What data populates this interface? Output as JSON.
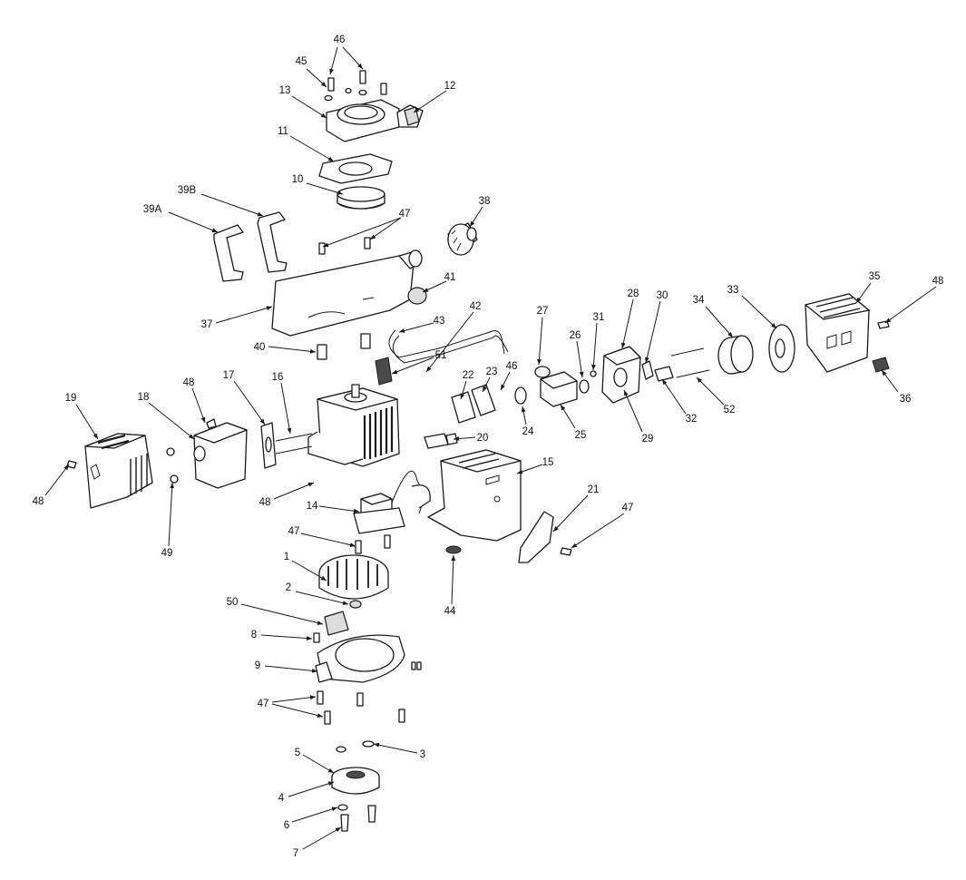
{
  "callouts": [
    {
      "label": "46"
    },
    {
      "label": "45"
    },
    {
      "label": "13"
    },
    {
      "label": "12"
    },
    {
      "label": "11"
    },
    {
      "label": "10"
    },
    {
      "label": "39B"
    },
    {
      "label": "39A"
    },
    {
      "label": "47"
    },
    {
      "label": "38"
    },
    {
      "label": "41"
    },
    {
      "label": "37"
    },
    {
      "label": "43"
    },
    {
      "label": "42"
    },
    {
      "label": "27"
    },
    {
      "label": "28"
    },
    {
      "label": "30"
    },
    {
      "label": "31"
    },
    {
      "label": "26"
    },
    {
      "label": "34"
    },
    {
      "label": "33"
    },
    {
      "label": "35"
    },
    {
      "label": "48"
    },
    {
      "label": "40"
    },
    {
      "label": "51"
    },
    {
      "label": "22"
    },
    {
      "label": "23"
    },
    {
      "label": "46"
    },
    {
      "label": "17"
    },
    {
      "label": "16"
    },
    {
      "label": "48"
    },
    {
      "label": "19"
    },
    {
      "label": "18"
    },
    {
      "label": "32"
    },
    {
      "label": "52"
    },
    {
      "label": "36"
    },
    {
      "label": "24"
    },
    {
      "label": "25"
    },
    {
      "label": "29"
    },
    {
      "label": "20"
    },
    {
      "label": "15"
    },
    {
      "label": "48"
    },
    {
      "label": "48"
    },
    {
      "label": "14"
    },
    {
      "label": "21"
    },
    {
      "label": "47"
    },
    {
      "label": "49"
    },
    {
      "label": "47"
    },
    {
      "label": "1"
    },
    {
      "label": "2"
    },
    {
      "label": "44"
    },
    {
      "label": "50"
    },
    {
      "label": "8"
    },
    {
      "label": "9"
    },
    {
      "label": "47"
    },
    {
      "label": "5"
    },
    {
      "label": "3"
    },
    {
      "label": "4"
    },
    {
      "label": "6"
    },
    {
      "label": "7"
    }
  ]
}
